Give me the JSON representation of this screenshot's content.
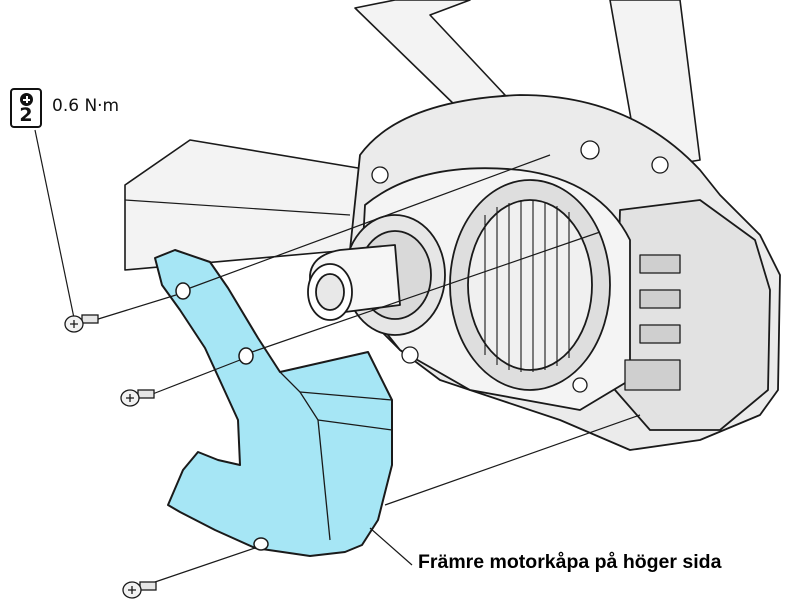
{
  "torque": {
    "tool_icon": "phillips-screwdriver-icon",
    "bit_size": "2",
    "value": "0.6 N·m"
  },
  "callout": {
    "label": "Främre motorkåpa på höger sida"
  },
  "colors": {
    "highlight": "#a6e6f5",
    "line": "#1a1a1a",
    "frame_fill": "#f2f2f2",
    "motor_fill": "#ececec"
  }
}
